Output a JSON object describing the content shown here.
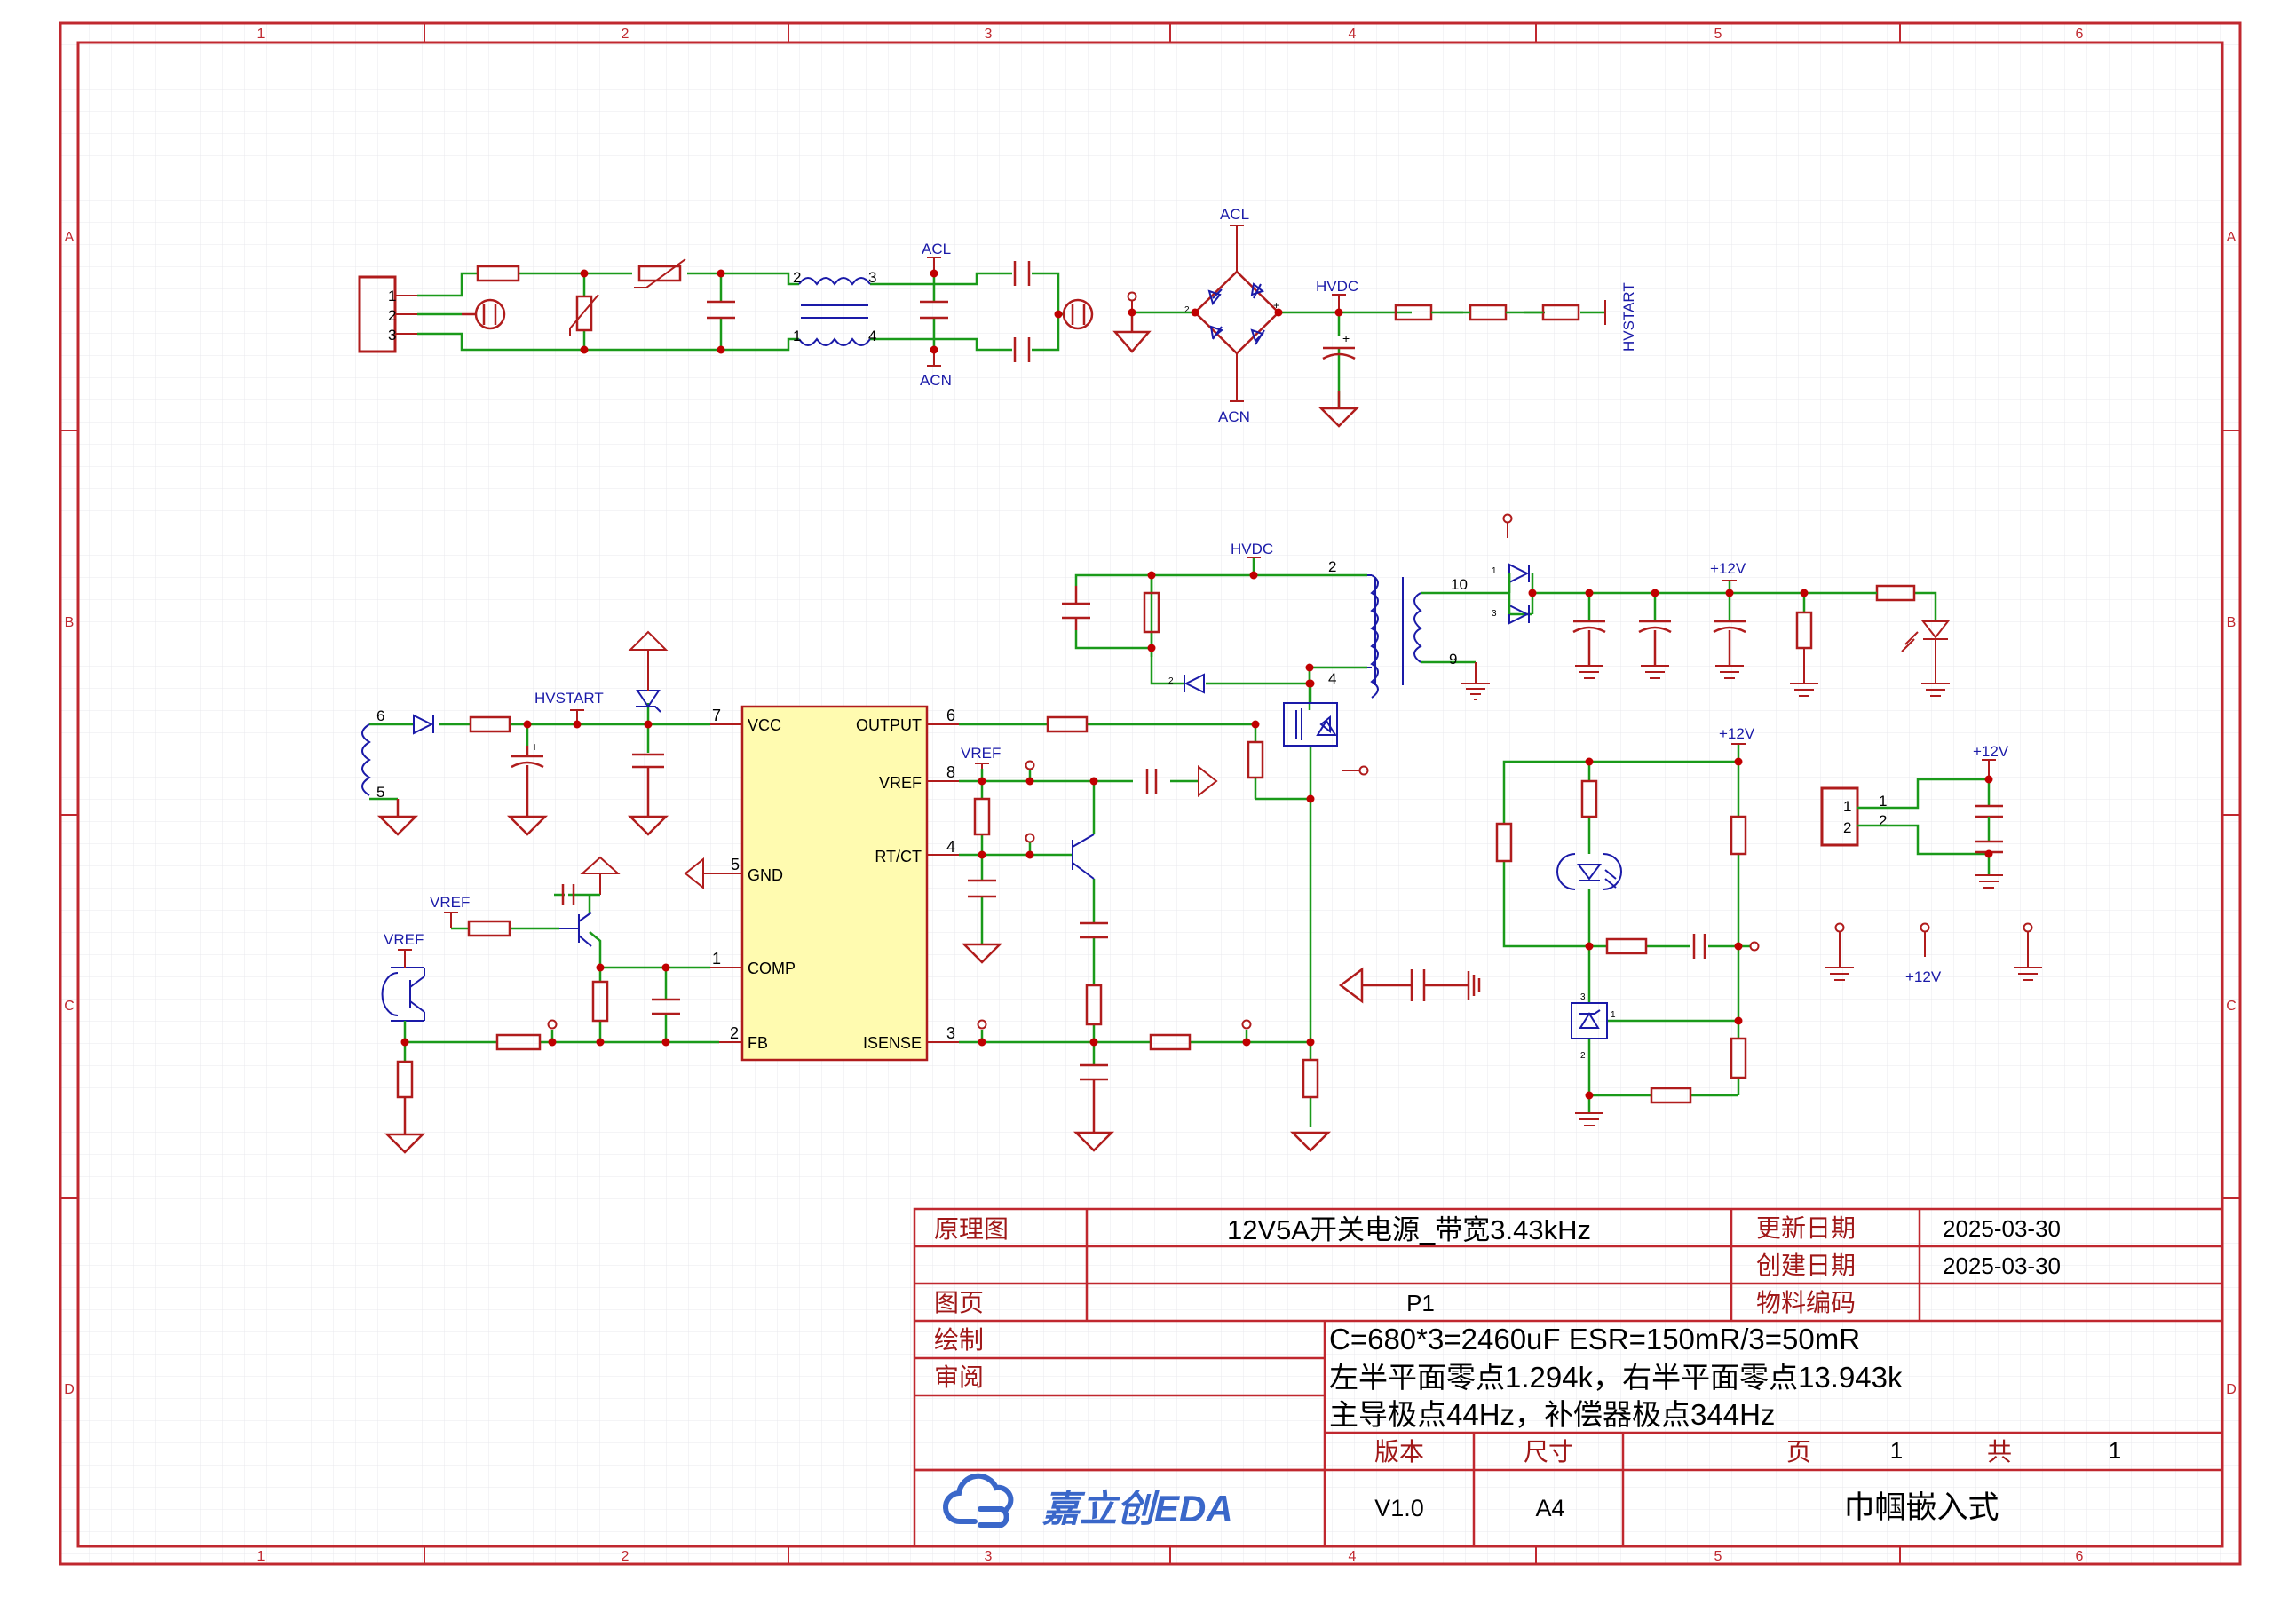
{
  "colors": {
    "frame": "#c0282f",
    "wire": "#1a9a1a",
    "component": "#b01c1c",
    "pin_text": "#000000",
    "net_label": "#1a1aa8",
    "ic_fill": "#fffbb0",
    "ic_stroke": "#b01c1c",
    "grid": "#e9e9ee",
    "junction": "#c00000",
    "title_text": "#a01818",
    "logo": "#3a67c9"
  },
  "border": {
    "columns": [
      "1",
      "2",
      "3",
      "4",
      "5",
      "6"
    ],
    "rows": [
      "A",
      "B",
      "C",
      "D"
    ]
  },
  "net_labels": {
    "acl": "ACL",
    "acn": "ACN",
    "hvdc": "HVDC",
    "hvstart": "HVSTART",
    "vref": "VREF",
    "p12v": "+12V"
  },
  "ic": {
    "left_pins": [
      {
        "num": "7",
        "name": "VCC"
      },
      {
        "num": "5",
        "name": "GND"
      },
      {
        "num": "1",
        "name": "COMP"
      },
      {
        "num": "2",
        "name": "FB"
      }
    ],
    "right_pins": [
      {
        "num": "6",
        "name": "OUTPUT"
      },
      {
        "num": "8",
        "name": "VREF"
      },
      {
        "num": "4",
        "name": "RT/CT"
      },
      {
        "num": "3",
        "name": "ISENSE"
      }
    ]
  },
  "pins": {
    "one": "1",
    "two": "2",
    "three": "3",
    "four": "4",
    "five": "5",
    "six": "6",
    "nine": "9",
    "ten": "10",
    "plus": "+"
  },
  "title_block": {
    "kind_label": "原理图",
    "title": "12V5A开关电源_带宽3.43kHz",
    "update_label": "更新日期",
    "update_date": "2025-03-30",
    "create_label": "创建日期",
    "create_date": "2025-03-30",
    "page_label": "图页",
    "page_value": "P1",
    "material_label": "物料编码",
    "draw_label": "绘制",
    "review_label": "审阅",
    "note_line1": "C=680*3=2460uF ESR=150mR/3=50mR",
    "note_line2": "左半平面零点1.294k，右半平面零点13.943k",
    "note_line3": "主导极点44Hz，补偿器极点344Hz",
    "version_label": "版本",
    "size_label": "尺寸",
    "sheet_label": "页",
    "sheet_value": "1",
    "total_label": "共",
    "total_value": "1",
    "version_value": "V1.0",
    "size_value": "A4",
    "company": "巾帼嵌入式",
    "logo_text": "嘉立创EDA"
  }
}
